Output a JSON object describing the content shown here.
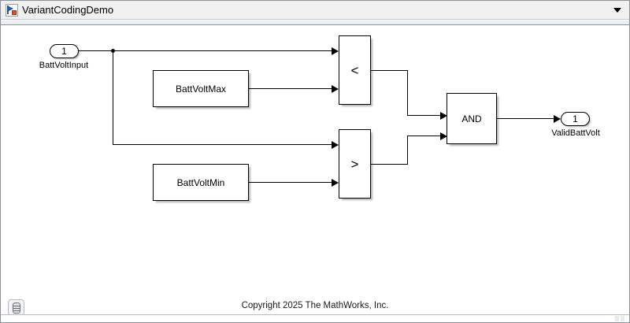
{
  "window": {
    "title": "VariantCodingDemo",
    "icon": "simulink-model-icon",
    "menu_chevron": "chevron-down-icon"
  },
  "canvas": {
    "annotation": "Copyright 2025 The MathWorks, Inc.",
    "corner_icon": "model-browser-icon"
  },
  "diagram": {
    "type": "simulink-block-diagram",
    "inports": [
      {
        "number": "1",
        "label": "BattVoltInput"
      }
    ],
    "outports": [
      {
        "number": "1",
        "label": "ValidBattVolt"
      }
    ],
    "constant_blocks": [
      {
        "label": "BattVoltMax"
      },
      {
        "label": "BattVoltMin"
      }
    ],
    "relational_blocks": [
      {
        "operator": "<"
      },
      {
        "operator": ">"
      }
    ],
    "logic_blocks": [
      {
        "operator": "AND"
      }
    ]
  },
  "status": {
    "grip": "resize-grip"
  }
}
